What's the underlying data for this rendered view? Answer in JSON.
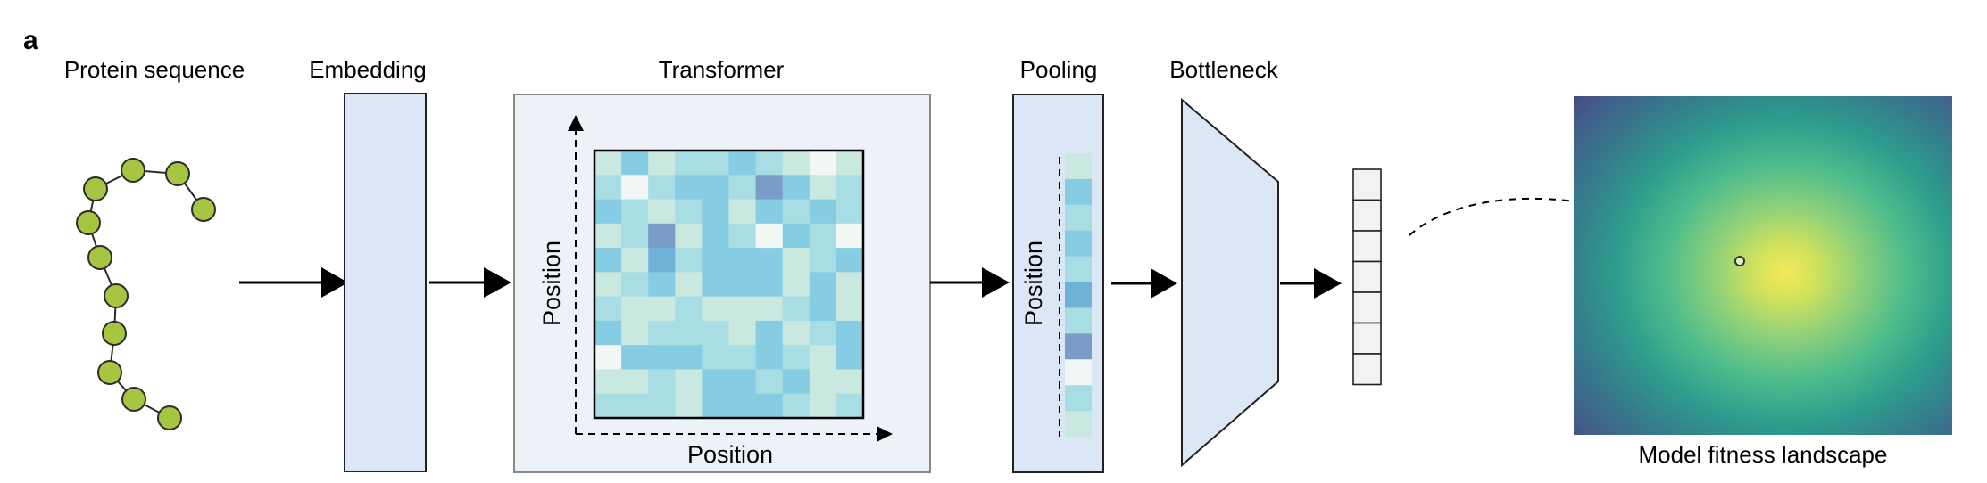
{
  "panel_letter": "a",
  "labels": {
    "protein_sequence": "Protein sequence",
    "embedding": "Embedding",
    "transformer": "Transformer",
    "pooling": "Pooling",
    "bottleneck": "Bottleneck",
    "landscape": "Model fitness landscape",
    "position_y": "Position",
    "position_x": "Position",
    "pooling_position": "Position"
  },
  "colors": {
    "residue_fill": "#a6c642",
    "residue_stroke": "#2b2b2b",
    "block_fill": "#dce7f5",
    "transformer_bg": "#edf2f9",
    "heat_palette": [
      "#f0f7f4",
      "#c9e8df",
      "#a7dde3",
      "#86cde3",
      "#6fb2d8",
      "#7b9cc7"
    ]
  },
  "attention_matrix": [
    [
      1,
      3,
      1,
      2,
      2,
      3,
      2,
      1,
      0,
      1
    ],
    [
      2,
      0,
      2,
      3,
      3,
      2,
      5,
      3,
      1,
      2
    ],
    [
      3,
      2,
      1,
      2,
      3,
      1,
      3,
      2,
      3,
      2
    ],
    [
      1,
      2,
      5,
      1,
      3,
      2,
      0,
      3,
      2,
      0
    ],
    [
      3,
      1,
      4,
      2,
      3,
      3,
      3,
      1,
      2,
      3
    ],
    [
      1,
      2,
      3,
      1,
      3,
      3,
      3,
      1,
      3,
      1
    ],
    [
      2,
      1,
      1,
      2,
      1,
      1,
      1,
      2,
      3,
      1
    ],
    [
      3,
      1,
      2,
      2,
      2,
      1,
      3,
      1,
      2,
      3
    ],
    [
      0,
      3,
      3,
      3,
      2,
      2,
      3,
      2,
      1,
      3
    ],
    [
      1,
      1,
      2,
      1,
      3,
      3,
      2,
      3,
      1,
      1
    ],
    [
      2,
      2,
      2,
      1,
      3,
      3,
      3,
      2,
      1,
      2
    ]
  ],
  "pooled_vector": [
    1,
    3,
    2,
    3,
    2,
    4,
    2,
    5,
    0,
    2,
    1
  ]
}
